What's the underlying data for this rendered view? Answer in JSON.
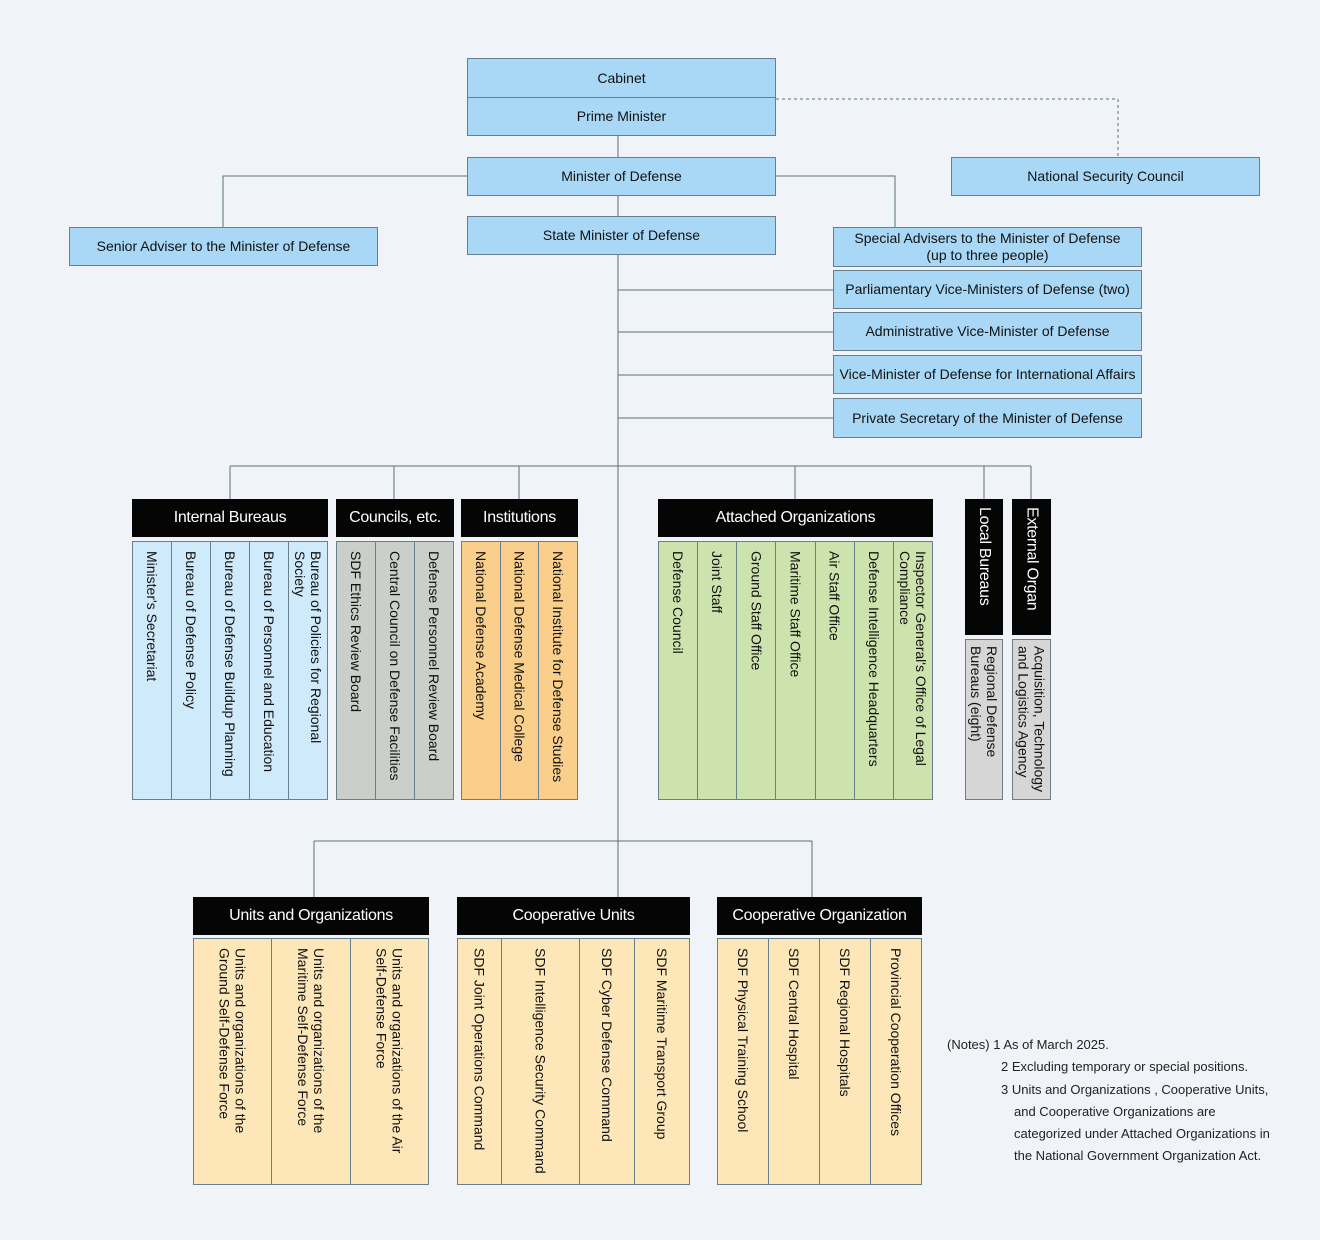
{
  "top": {
    "cabinet": "Cabinet",
    "prime_minister": "Prime Minister",
    "minister": "Minister of Defense",
    "state_minister": "State Minister of Defense",
    "senior_adviser": "Senior Adviser to the Minister of Defense",
    "nsc": "National Security Council"
  },
  "advisers": [
    {
      "line1": "Special Advisers to the Minister of Defense",
      "line2": "(up to three people)"
    },
    {
      "line1": "Parliamentary Vice-Ministers of Defense (two)"
    },
    {
      "line1": "Administrative Vice-Minister of Defense"
    },
    {
      "line1": "Vice-Minister of Defense for International Affairs"
    },
    {
      "line1": "Private Secretary of the Minister of Defense"
    }
  ],
  "groups": {
    "internal": {
      "title": "Internal Bureaus",
      "items": [
        "Minister's Secretariat",
        "Bureau of Defense Policy",
        "Bureau of Defense Buildup Planning",
        "Bureau of Personnel and Education",
        "Bureau of Policies for Regional Society"
      ]
    },
    "councils": {
      "title": "Councils, etc.",
      "items": [
        "SDF Ethics Review Board",
        "Central Council on Defense Facilities",
        "Defense Personnel Review Board"
      ]
    },
    "institutions": {
      "title": "Institutions",
      "items": [
        "National Defense Academy",
        "National Defense Medical College",
        "National Institute for Defense Studies"
      ]
    },
    "attached": {
      "title": "Attached Organizations",
      "items": [
        "Defense Council",
        "Joint Staff",
        "Ground Staff Office",
        "Maritime Staff Office",
        "Air Staff Office",
        "Defense Intelligence Headquarters",
        "Inspector General's Office of Legal Compliance"
      ]
    },
    "local": {
      "title": "Local Bureaus",
      "items": [
        "Regional Defense Bureaus (eight)"
      ]
    },
    "external": {
      "title": "External Organ",
      "items": [
        "Acquisition, Technology and Logistics Agency"
      ]
    },
    "units": {
      "title": "Units and Organizations",
      "items": [
        "Units and organizations of the Ground Self-Defense Force",
        "Units and organizations of the Maritime Self-Defense Force",
        "Units and organizations of the Air Self-Defense Force"
      ]
    },
    "coop_units": {
      "title": "Cooperative Units",
      "items": [
        "SDF Joint Operations Command",
        "SDF Intelligence Security Command",
        "SDF Cyber Defense Command",
        "SDF Maritime Transport Group"
      ]
    },
    "coop_org": {
      "title": "Cooperative Organization",
      "items": [
        "SDF Physical Training School",
        "SDF Central Hospital",
        "SDF Regional Hospitals",
        "Provincial Cooperation Offices"
      ]
    }
  },
  "notes": [
    "(Notes) 1 As of March 2025.",
    "2 Excluding temporary or special positions.",
    "3 Units and Organizations , Cooperative Units,",
    "and Cooperative Organizations are",
    "categorized under Attached Organizations in",
    "the National Government Organization Act."
  ],
  "colors": {
    "top_box": "#a8d8f5",
    "header": "#050505",
    "internal": "#cfeafb",
    "councils": "#cbcfca",
    "institutions": "#f9cf8b",
    "attached": "#cde3ad",
    "local_external": "#d6d6d6",
    "units": "#fde7b9"
  }
}
